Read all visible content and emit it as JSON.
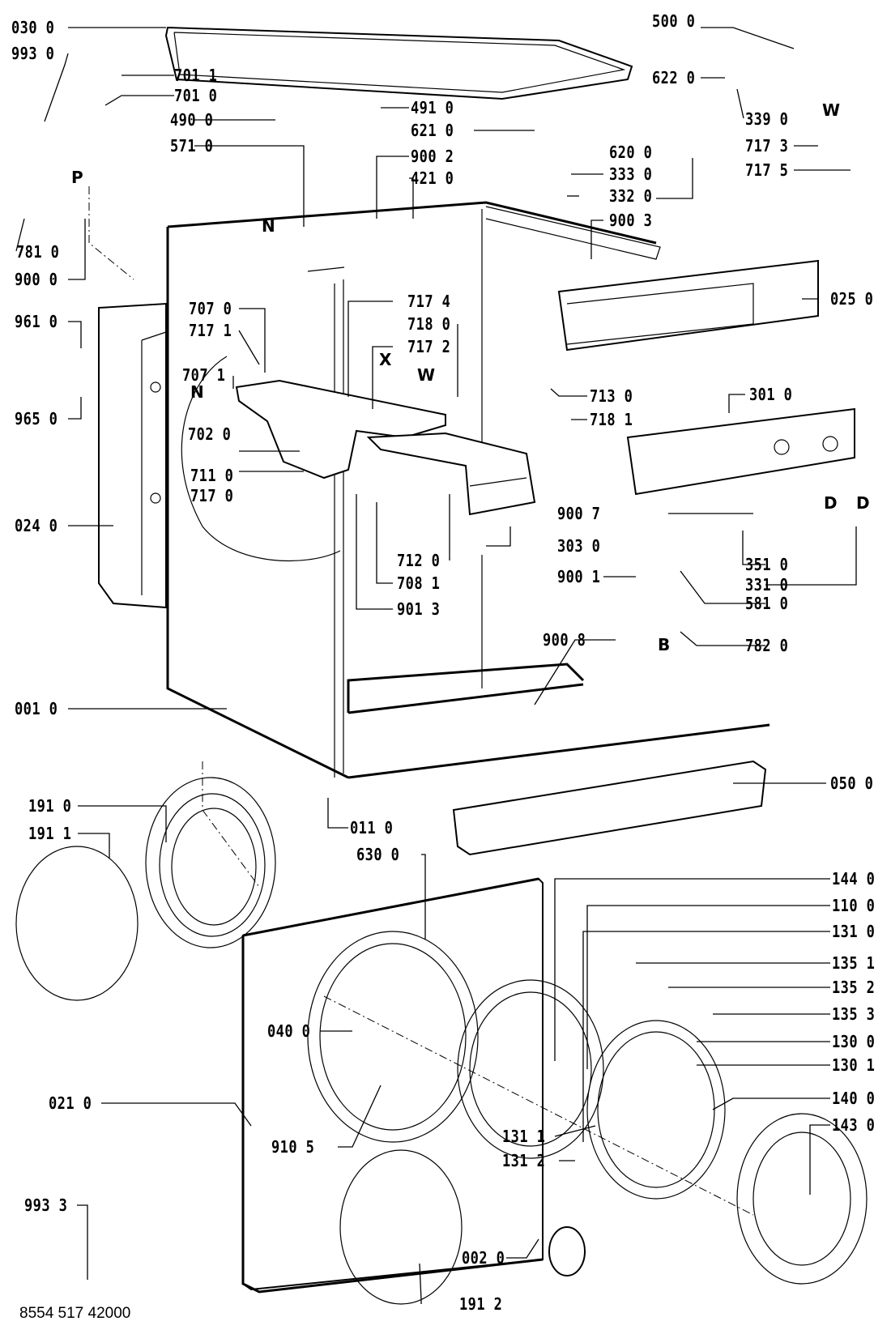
{
  "document_number": "8554 517 42000",
  "diagram_title": "Washing machine exploded parts diagram",
  "callouts": [
    {
      "id": "030 0"
    },
    {
      "id": "993 0"
    },
    {
      "id": "701 1"
    },
    {
      "id": "701 0"
    },
    {
      "id": "490 0"
    },
    {
      "id": "571 0"
    },
    {
      "id": "491 0"
    },
    {
      "id": "621 0"
    },
    {
      "id": "900 2"
    },
    {
      "id": "421 0"
    },
    {
      "id": "620 0"
    },
    {
      "id": "333 0"
    },
    {
      "id": "332 0"
    },
    {
      "id": "900 3"
    },
    {
      "id": "500 0"
    },
    {
      "id": "622 0"
    },
    {
      "id": "339 0"
    },
    {
      "id": "717 3"
    },
    {
      "id": "717 5"
    },
    {
      "id": "781 0"
    },
    {
      "id": "900 0"
    },
    {
      "id": "961 0"
    },
    {
      "id": "965 0"
    },
    {
      "id": "707 0"
    },
    {
      "id": "717 1"
    },
    {
      "id": "707 1"
    },
    {
      "id": "702 0"
    },
    {
      "id": "711 0"
    },
    {
      "id": "717 0"
    },
    {
      "id": "024 0"
    },
    {
      "id": "717 4"
    },
    {
      "id": "718 0"
    },
    {
      "id": "717 2"
    },
    {
      "id": "713 0"
    },
    {
      "id": "718 1"
    },
    {
      "id": "025 0"
    },
    {
      "id": "301 0"
    },
    {
      "id": "900 7"
    },
    {
      "id": "303 0"
    },
    {
      "id": "712 0"
    },
    {
      "id": "708 1"
    },
    {
      "id": "901 3"
    },
    {
      "id": "900 1"
    },
    {
      "id": "351 0"
    },
    {
      "id": "331 0"
    },
    {
      "id": "581 0"
    },
    {
      "id": "900 8"
    },
    {
      "id": "782 0"
    },
    {
      "id": "001 0"
    },
    {
      "id": "050 0"
    },
    {
      "id": "011 0"
    },
    {
      "id": "191 0"
    },
    {
      "id": "191 1"
    },
    {
      "id": "630 0"
    },
    {
      "id": "144 0"
    },
    {
      "id": "110 0"
    },
    {
      "id": "131 0"
    },
    {
      "id": "135 1"
    },
    {
      "id": "135 2"
    },
    {
      "id": "135 3"
    },
    {
      "id": "130 0"
    },
    {
      "id": "130 1"
    },
    {
      "id": "040 0"
    },
    {
      "id": "140 0"
    },
    {
      "id": "021 0"
    },
    {
      "id": "910 5"
    },
    {
      "id": "131 1"
    },
    {
      "id": "131 2"
    },
    {
      "id": "143 0"
    },
    {
      "id": "993 3"
    },
    {
      "id": "002 0"
    },
    {
      "id": "191 2"
    }
  ],
  "letter_markers": [
    "P",
    "N",
    "N",
    "X",
    "W",
    "W",
    "D",
    "D",
    "B"
  ]
}
